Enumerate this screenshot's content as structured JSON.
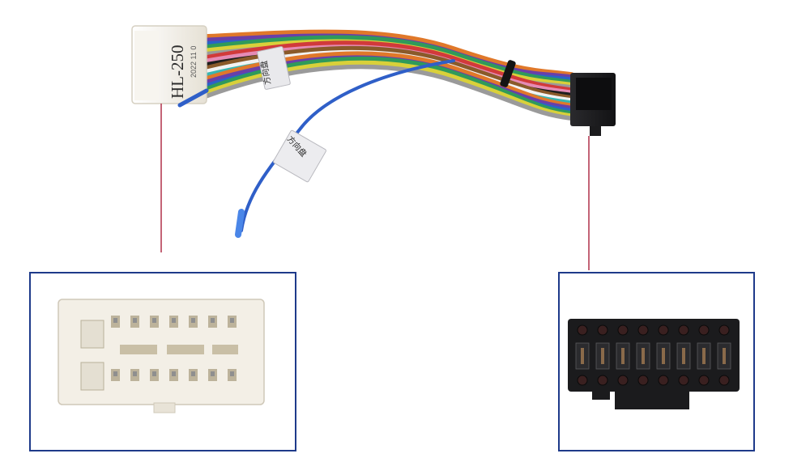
{
  "connector_label": {
    "model": "HL-250",
    "date": "2022 11 0"
  },
  "wire_tag": {
    "text": "方向盘"
  },
  "colors": {
    "callout_line": "#b0304a",
    "inset_border": "#1e3a8a",
    "white_connector": "#f1ede3",
    "black_connector": "#1b1b1d",
    "blue_wire": "#2f5fc8"
  },
  "wire_colors": [
    "#e0782a",
    "#6a3fa8",
    "#2a62c8",
    "#2f9a5a",
    "#d9d03a",
    "#9a9a9a",
    "#d13a3a",
    "#e58bb5",
    "#1e1e1e",
    "#8a5a2a",
    "#f2f2f2",
    "#38b6b0"
  ]
}
